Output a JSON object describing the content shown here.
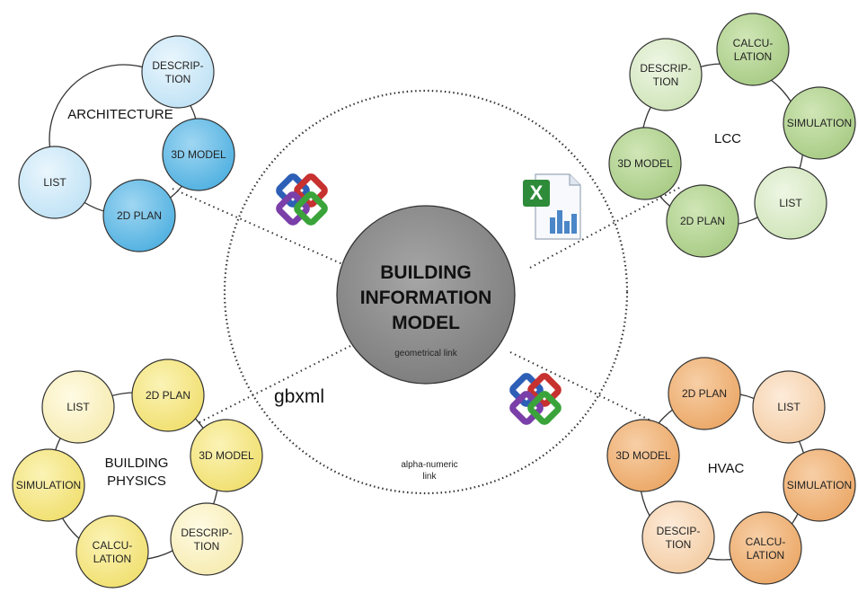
{
  "center": {
    "title_lines": [
      "BUILDING",
      "INFORMATION",
      "MODEL"
    ],
    "geometric_label": "geometrical link",
    "alpha_label_lines": [
      "alpha-numeric",
      "link"
    ],
    "gbxml_label": "gbxml"
  },
  "architecture": {
    "title": "ARCHITECTURE",
    "nodes": {
      "description": [
        "DESCRIP-",
        "TION"
      ],
      "model3d": [
        "3D MODEL"
      ],
      "plan2d": [
        "2D PLAN"
      ],
      "list": [
        "LIST"
      ]
    }
  },
  "lcc": {
    "title": "LCC",
    "nodes": {
      "description": [
        "DESCRIP-",
        "TION"
      ],
      "calculation": [
        "CALCU-",
        "LATION"
      ],
      "simulation": [
        "SIMULATION"
      ],
      "model3d": [
        "3D MODEL"
      ],
      "list": [
        "LIST"
      ],
      "plan2d": [
        "2D PLAN"
      ]
    }
  },
  "building_physics": {
    "title_lines": [
      "BUILDING",
      "PHYSICS"
    ],
    "nodes": {
      "list": [
        "LIST"
      ],
      "plan2d": [
        "2D PLAN"
      ],
      "model3d": [
        "3D MODEL"
      ],
      "simulation": [
        "SIMULATION"
      ],
      "description": [
        "DESCRIP-",
        "TION"
      ],
      "calculation": [
        "CALCU-",
        "LATION"
      ]
    }
  },
  "hvac": {
    "title": "HVAC",
    "nodes": {
      "plan2d": [
        "2D PLAN"
      ],
      "list": [
        "LIST"
      ],
      "model3d": [
        "3D MODEL"
      ],
      "simulation": [
        "SIMULATION"
      ],
      "description": [
        "DESCIP-",
        "TION"
      ],
      "calculation": [
        "CALCU-",
        "LATION"
      ]
    }
  },
  "colors": {
    "architecture_light": "#d4ecf8",
    "architecture_dark": "#67bde6",
    "lcc": "#b8d69a",
    "lcc_light": "#d6e9c3",
    "physics": "#f5e890",
    "physics_light": "#faf2c2",
    "hvac": "#efb57c",
    "hvac_light": "#f7d7b5",
    "center": "#8e8e8e",
    "stroke": "#333333"
  },
  "icons": [
    "ifc-logo-icon",
    "excel-file-icon"
  ]
}
